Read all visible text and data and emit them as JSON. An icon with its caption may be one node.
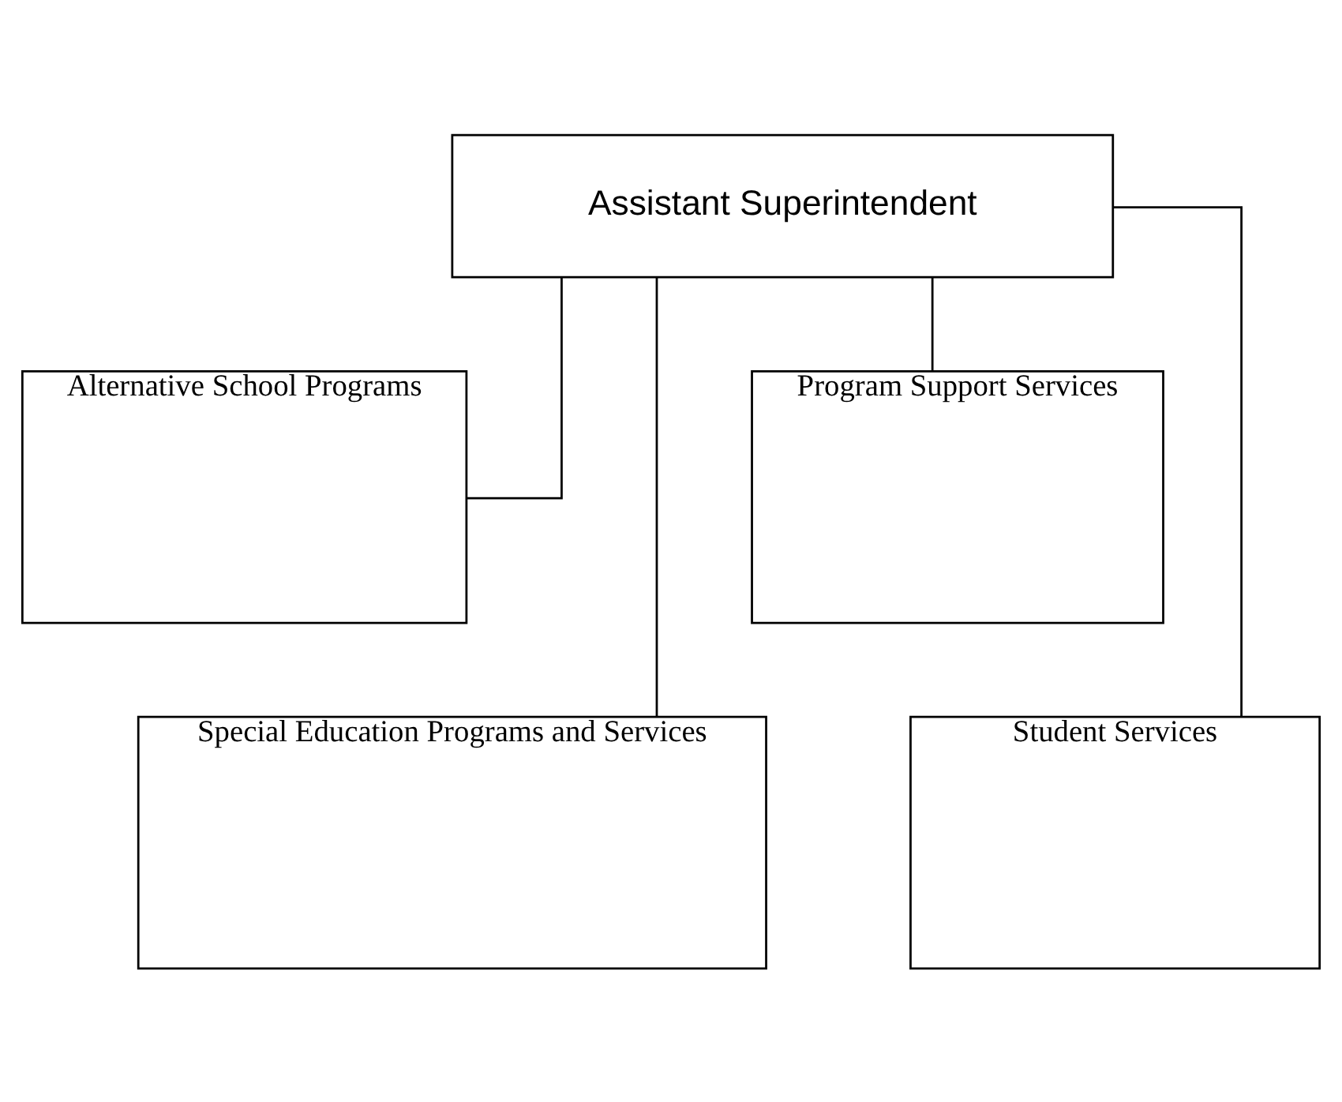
{
  "diagram": {
    "nodes": [
      {
        "text": [
          "Assistant Superintendent"
        ]
      },
      {
        "text": [
          "Alternative School Programs"
        ]
      },
      {
        "text": [
          "Program Support Services"
        ]
      },
      {
        "text": [
          "Special Education Programs and Services"
        ]
      },
      {
        "text": [
          "Student Services"
        ]
      }
    ],
    "edges": [
      {
        "from": 0,
        "to": 1,
        "arrow": "none"
      },
      {
        "from": 0,
        "to": 3,
        "arrow": "none"
      },
      {
        "from": 0,
        "to": 2,
        "arrow": "none"
      },
      {
        "from": 0,
        "to": 4,
        "arrow": "none"
      }
    ]
  }
}
